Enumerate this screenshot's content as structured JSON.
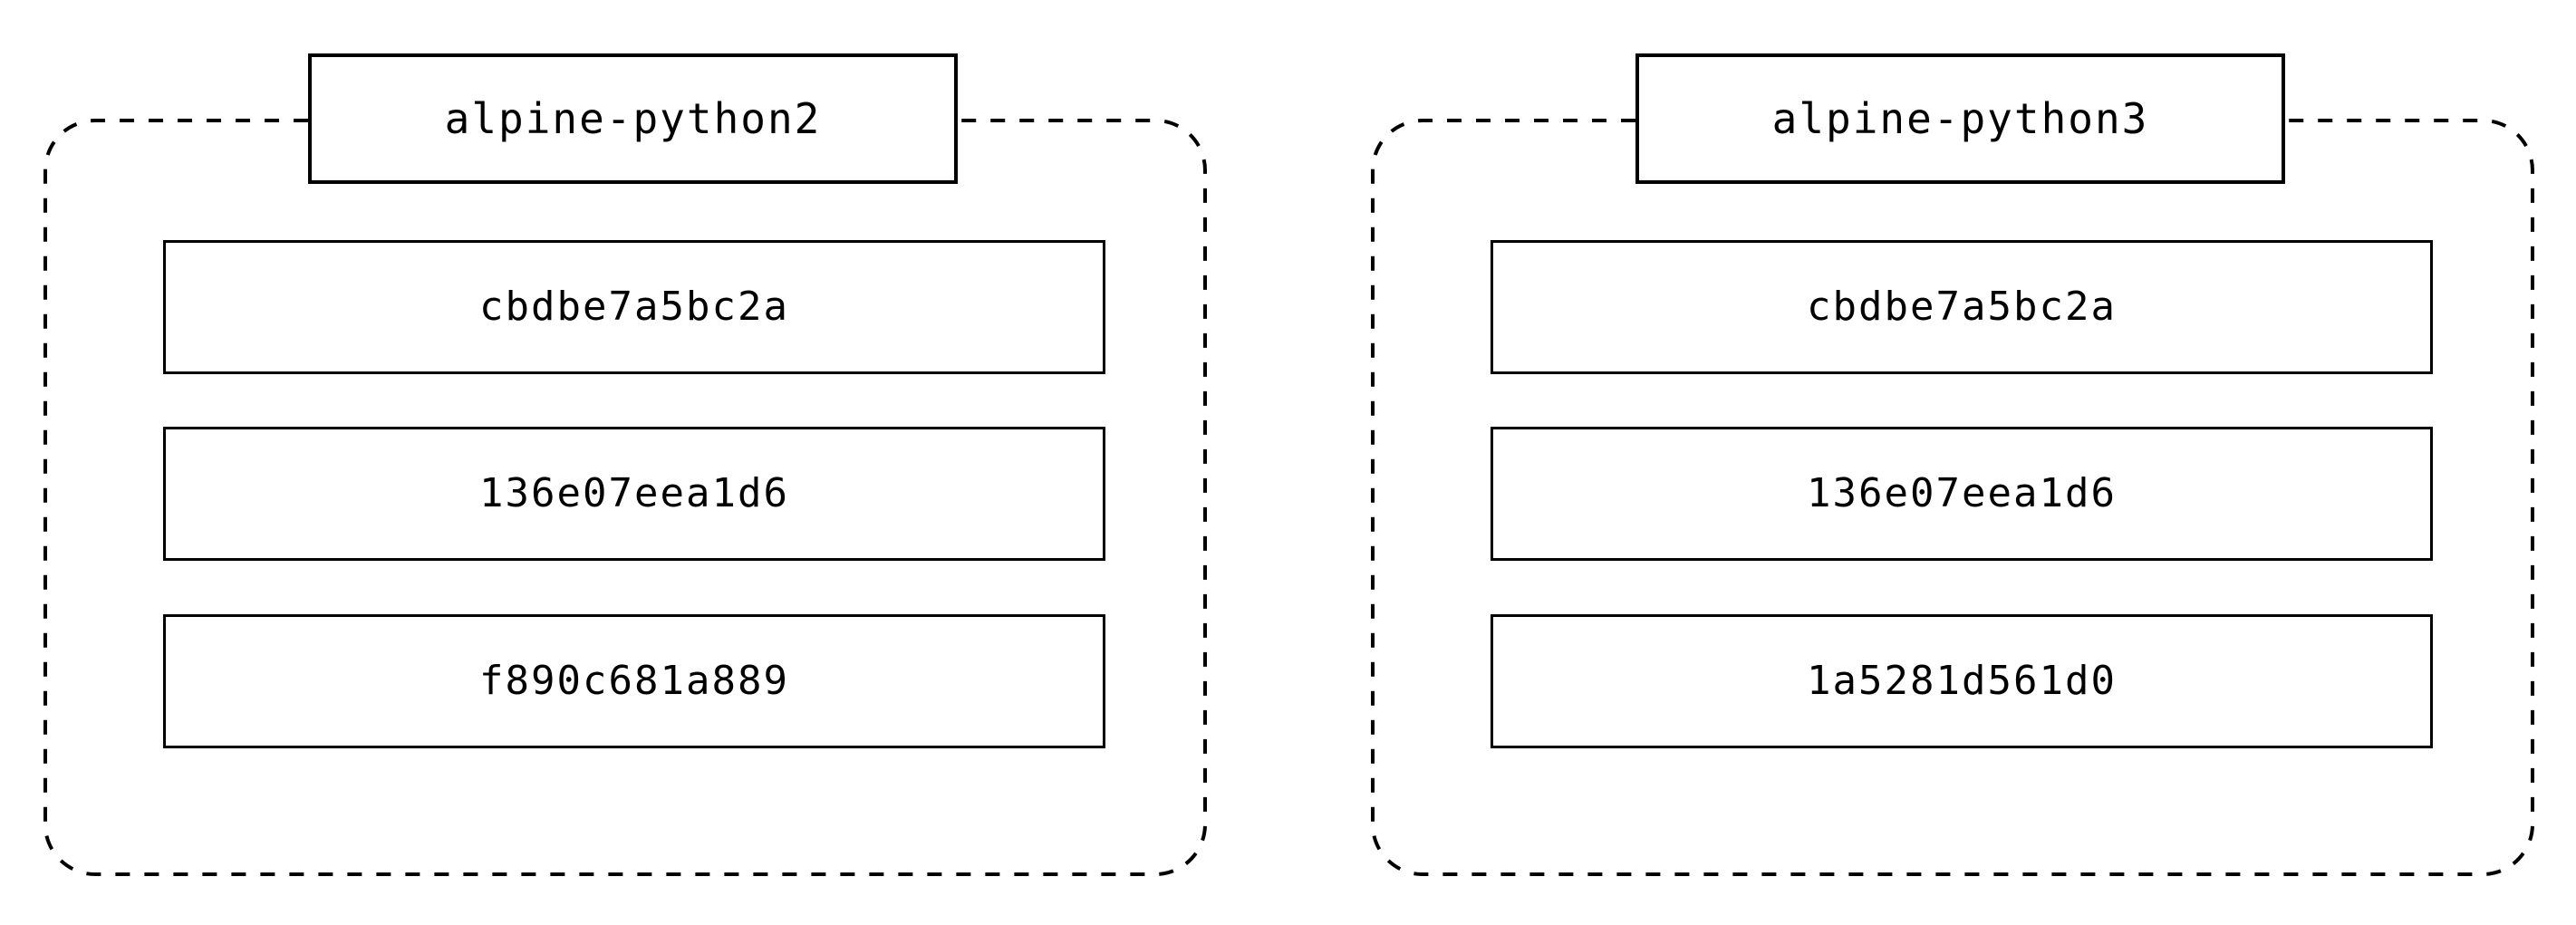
{
  "diagram": {
    "type": "docker-image-layer-graph",
    "background_color": "#ffffff",
    "line_color": "#000000",
    "clusters": [
      {
        "id": "cluster-alpine-python2",
        "title": "alpine-python2",
        "border_style": "dashed",
        "layers": [
          {
            "id": "layer-l1",
            "label": "cbdbe7a5bc2a"
          },
          {
            "id": "layer-l2",
            "label": "136e07eea1d6"
          },
          {
            "id": "layer-l3",
            "label": "f890c681a889"
          }
        ]
      },
      {
        "id": "cluster-alpine-python3",
        "title": "alpine-python3",
        "border_style": "dashed",
        "layers": [
          {
            "id": "layer-r1",
            "label": "cbdbe7a5bc2a"
          },
          {
            "id": "layer-r2",
            "label": "136e07eea1d6"
          },
          {
            "id": "layer-r3",
            "label": "1a5281d561d0"
          }
        ]
      }
    ]
  }
}
